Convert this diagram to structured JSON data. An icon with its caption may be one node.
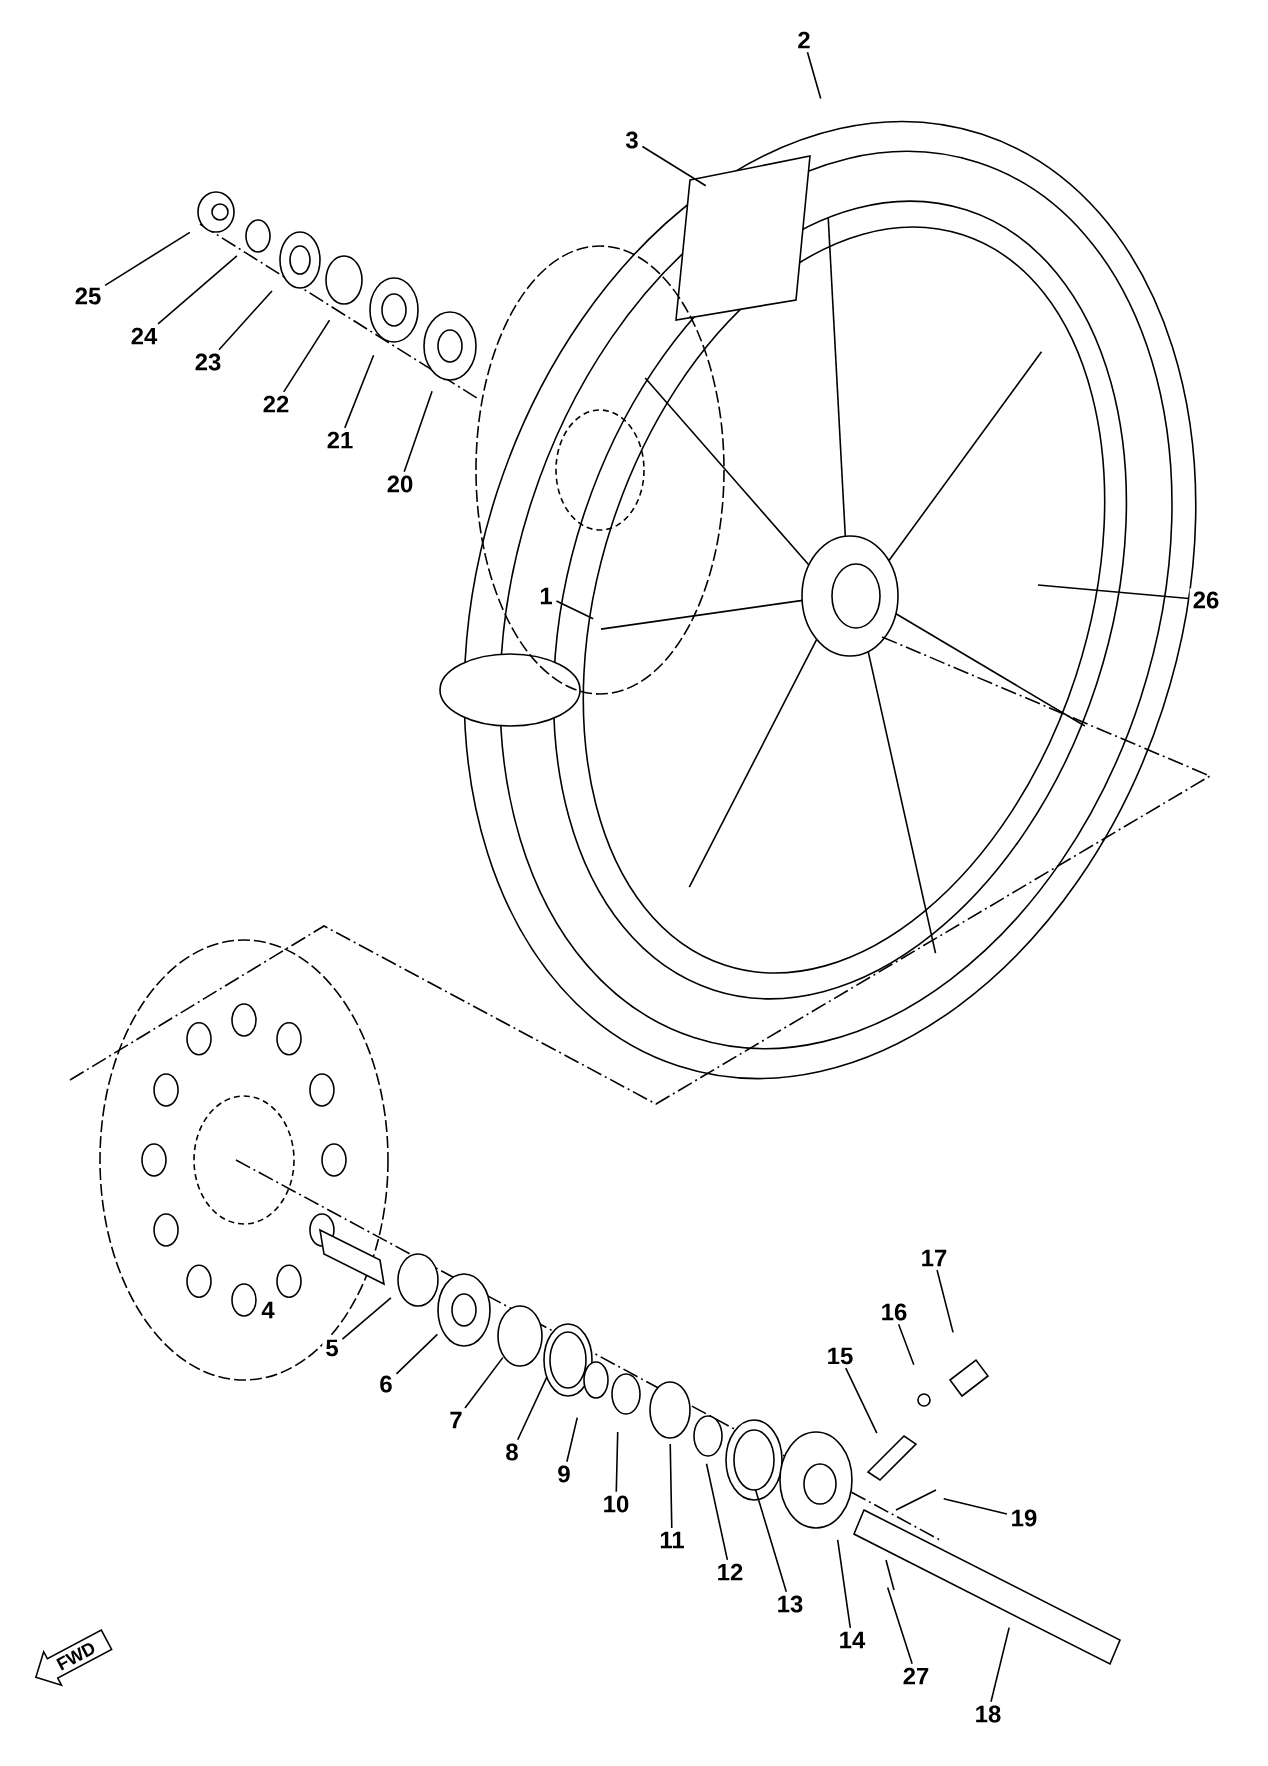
{
  "diagram": {
    "nodes": [
      {
        "text": [
          "2"
        ]
      },
      {
        "text": [
          "3"
        ]
      },
      {
        "text": [
          "25"
        ]
      },
      {
        "text": [
          "24"
        ]
      },
      {
        "text": [
          "23"
        ]
      },
      {
        "text": [
          "22"
        ]
      },
      {
        "text": [
          "21"
        ]
      },
      {
        "text": [
          "20"
        ]
      },
      {
        "text": [
          "1"
        ]
      },
      {
        "text": [
          "26"
        ]
      },
      {
        "text": [
          "17"
        ]
      },
      {
        "text": [
          "16"
        ]
      },
      {
        "text": [
          "5"
        ]
      },
      {
        "text": [
          "15"
        ]
      },
      {
        "text": [
          "6"
        ]
      },
      {
        "text": [
          "7"
        ]
      },
      {
        "text": [
          "8"
        ]
      },
      {
        "text": [
          "9"
        ]
      },
      {
        "text": [
          "10"
        ]
      },
      {
        "text": [
          "19"
        ]
      },
      {
        "text": [
          "11"
        ]
      },
      {
        "text": [
          "12"
        ]
      },
      {
        "text": [
          "13"
        ]
      },
      {
        "text": [
          "14"
        ]
      },
      {
        "text": [
          "27"
        ]
      },
      {
        "text": [
          "18"
        ]
      },
      {
        "text": [
          "FWD"
        ]
      }
    ],
    "edges": [
      {
        "from": 0,
        "to": null,
        "arrow": "none"
      },
      {
        "from": 1,
        "to": null,
        "arrow": "none"
      },
      {
        "from": 2,
        "to": null,
        "arrow": "none"
      },
      {
        "from": 3,
        "to": null,
        "arrow": "none"
      },
      {
        "from": 4,
        "to": null,
        "arrow": "none"
      },
      {
        "from": 5,
        "to": null,
        "arrow": "none"
      },
      {
        "from": 6,
        "to": null,
        "arrow": "none"
      },
      {
        "from": 7,
        "to": null,
        "arrow": "none"
      },
      {
        "from": 8,
        "to": null,
        "arrow": "none"
      },
      {
        "from": 9,
        "to": null,
        "arrow": "none"
      },
      {
        "from": 10,
        "to": null,
        "arrow": "none"
      },
      {
        "from": 11,
        "to": null,
        "arrow": "none"
      },
      {
        "from": 12,
        "to": null,
        "arrow": "none"
      },
      {
        "from": 13,
        "to": null,
        "arrow": "none"
      },
      {
        "from": 14,
        "to": null,
        "arrow": "none"
      },
      {
        "from": 15,
        "to": null,
        "arrow": "none"
      },
      {
        "from": 16,
        "to": null,
        "arrow": "none"
      },
      {
        "from": 17,
        "to": null,
        "arrow": "none"
      },
      {
        "from": 18,
        "to": null,
        "arrow": "none"
      },
      {
        "from": 19,
        "to": null,
        "arrow": "none"
      },
      {
        "from": 20,
        "to": null,
        "arrow": "none"
      },
      {
        "from": 21,
        "to": null,
        "arrow": "none"
      },
      {
        "from": 22,
        "to": null,
        "arrow": "none"
      },
      {
        "from": 23,
        "to": null,
        "arrow": "none"
      },
      {
        "from": 24,
        "to": null,
        "arrow": "none"
      },
      {
        "from": 25,
        "to": null,
        "arrow": "none"
      }
    ],
    "labels": [
      "4"
    ]
  }
}
